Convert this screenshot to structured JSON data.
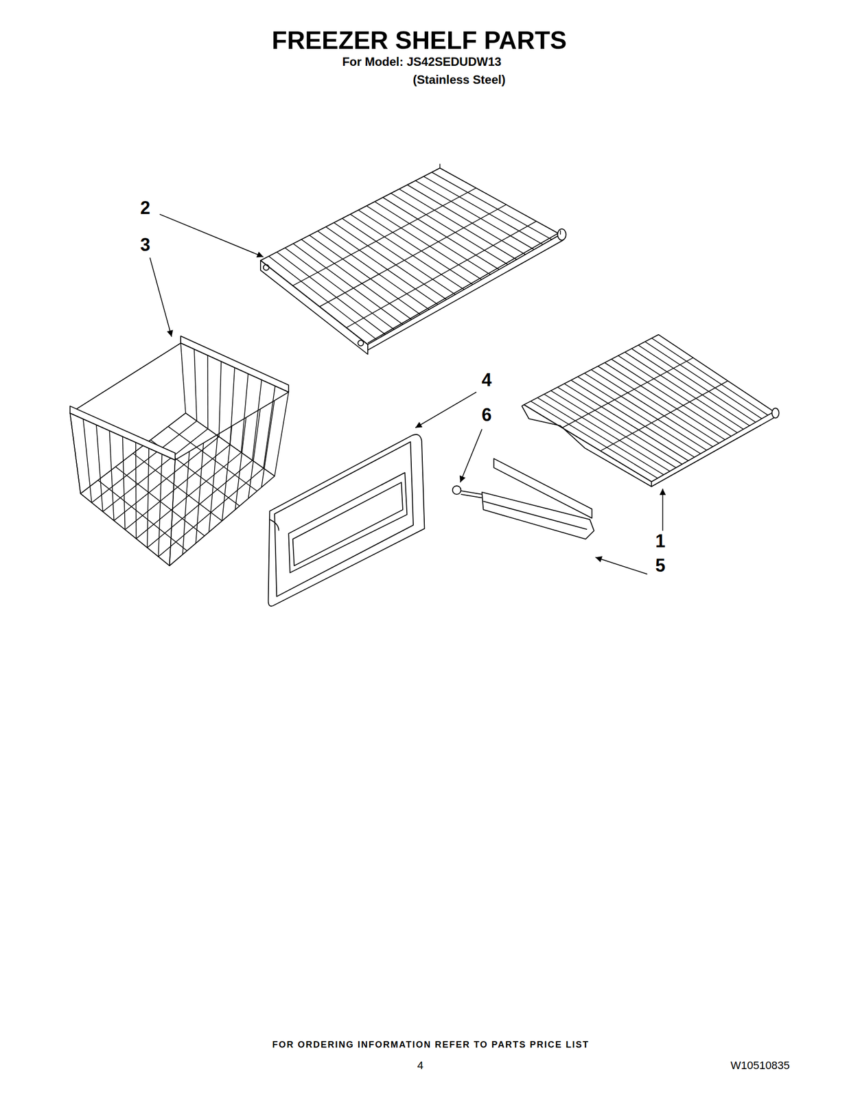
{
  "diagram": {
    "title": "FREEZER SHELF PARTS",
    "labels": [
      "For Model: JS42SEDUDW13",
      "(Stainless Steel)",
      "2",
      "3",
      "4",
      "6",
      "1",
      "5",
      "FOR ORDERING INFORMATION REFER TO PARTS PRICE LIST",
      "4",
      "W10510835"
    ]
  }
}
